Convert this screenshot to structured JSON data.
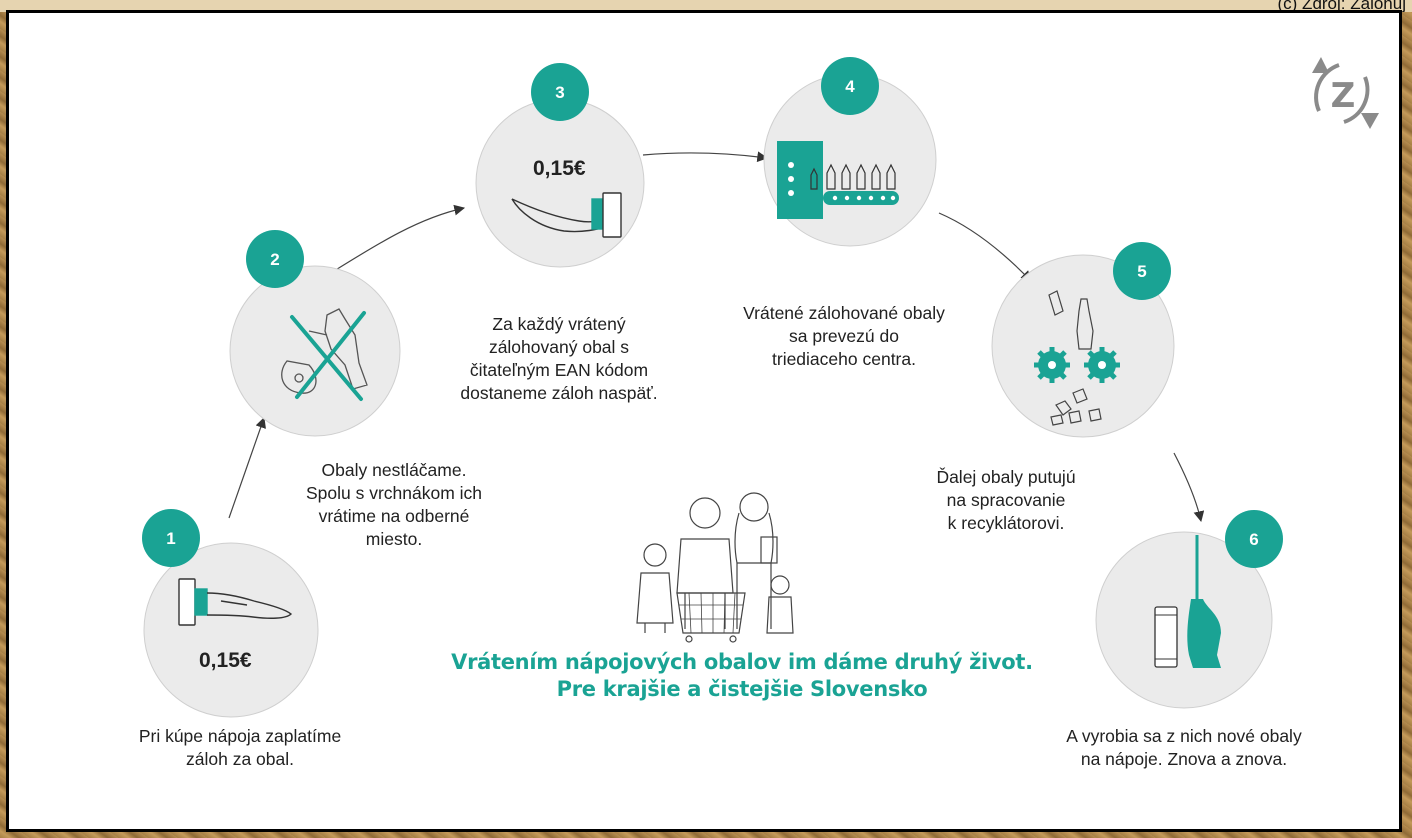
{
  "header_strip_text": "(c) Zdroj: Zálohuj",
  "steps": [
    {
      "number": "1",
      "caption_lines": [
        "Pri kúpe nápoja zaplatíme",
        "záloh za obal."
      ],
      "price": "0,15€"
    },
    {
      "number": "2",
      "caption_lines": [
        "Obaly nestláčame.",
        "Spolu s vrchnákom ich",
        "vrátime na odberné",
        "miesto."
      ]
    },
    {
      "number": "3",
      "caption_lines": [
        "Za každý vrátený",
        "zálohovaný obal s",
        "čitateľným EAN kódom",
        "dostaneme záloh naspäť."
      ],
      "price": "0,15€"
    },
    {
      "number": "4",
      "caption_lines": [
        "Vrátené zálohované obaly",
        "sa prevezú do",
        "triediaceho centra."
      ]
    },
    {
      "number": "5",
      "caption_lines": [
        "Ďalej obaly putujú",
        "na spracovanie",
        "k recyklátorovi."
      ]
    },
    {
      "number": "6",
      "caption_lines": [
        "A vyrobia sa z nich nové obaly",
        "na nápoje. Znova a znova."
      ]
    }
  ],
  "slogan_lines": [
    "Vrátením nápojových obalov im dáme druhý život.",
    "Pre krajšie a čistejšie Slovensko"
  ],
  "logo_letter": "Z",
  "icons": [
    "hand-pay-icon",
    "crushed-bottle-crossed-icon",
    "hand-receive-icon",
    "bottle-conveyor-icon",
    "sorting-gears-icon",
    "new-bottle-can-icon",
    "family-shopping-cart-icon",
    "zalohuj-logo-icon"
  ],
  "colors": {
    "accent": "#1aa394",
    "circle_fill": "#ebebeb",
    "circle_stroke": "#cfcfcf",
    "text": "#222222"
  }
}
